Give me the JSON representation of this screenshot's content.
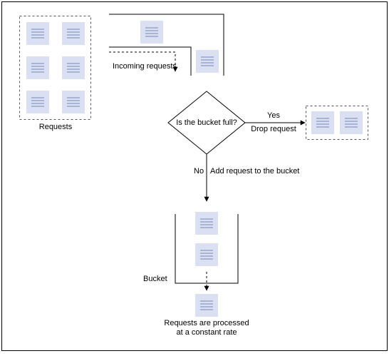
{
  "diagram": {
    "requests_label": "Requests",
    "incoming_label": "Incoming requests",
    "decision_label": "Is the bucket full?",
    "yes_label": "Yes",
    "drop_label": "Drop request",
    "no_label": "No",
    "add_label": "Add request to the bucket",
    "bucket_label": "Bucket",
    "processed_line1": "Requests are processed",
    "processed_line2": "at a constant rate"
  },
  "colors": {
    "doc_fill": "#dae0f2",
    "doc_line": "#8a98c9",
    "stroke": "#000000",
    "dash": "#555555"
  },
  "icons": [
    "document-icon"
  ]
}
